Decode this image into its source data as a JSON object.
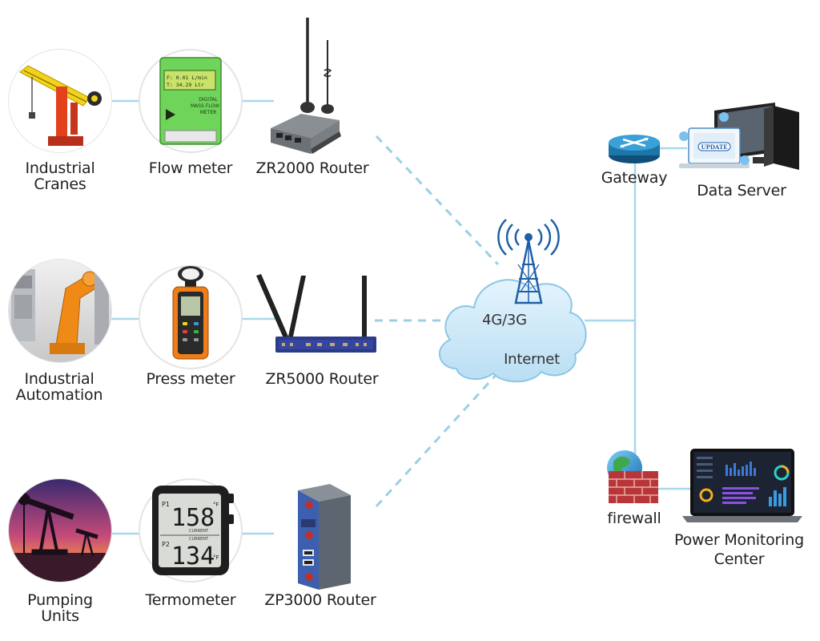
{
  "rows": [
    {
      "application": {
        "icon": "crane-icon",
        "line1": "Industrial",
        "line2": "Cranes"
      },
      "sensor": {
        "icon": "flow-meter-icon",
        "label": "Flow meter"
      },
      "router": {
        "icon": "router-zr2000-icon",
        "label": "ZR2000 Router"
      }
    },
    {
      "application": {
        "icon": "robot-arm-icon",
        "line1": "Industrial",
        "line2": "Automation"
      },
      "sensor": {
        "icon": "press-meter-icon",
        "label": "Press meter"
      },
      "router": {
        "icon": "router-zr5000-icon",
        "label": "ZR5000 Router"
      }
    },
    {
      "application": {
        "icon": "pumpjack-icon",
        "line1": "Pumping",
        "line2": "Units"
      },
      "sensor": {
        "icon": "thermometer-icon",
        "label": "Termometer"
      },
      "router": {
        "icon": "router-zp3000-icon",
        "label": "ZP3000 Router"
      }
    }
  ],
  "devices": {
    "flow_meter_screen": {
      "line1": "F: 0.01 L/min",
      "line2": "T: 34.29 Ltr"
    },
    "flow_meter_body": {
      "line1": "DIGITAL",
      "line2": "MASS FLOW",
      "line3": "METER"
    },
    "thermometer_screen": {
      "p1": "P1",
      "p2": "P2",
      "value1": "158",
      "value2": "134",
      "unit": "°F",
      "caption": "CURRENT"
    },
    "server_sign": "UPDATE"
  },
  "network": {
    "cloud": {
      "line1": "4G/3G",
      "line2": "Internet",
      "icon": "cell-tower-icon"
    },
    "gateway": {
      "label": "Gateway",
      "icon": "gateway-icon"
    },
    "data_server": {
      "label": "Data Server",
      "icon": "data-server-icon"
    },
    "firewall": {
      "label": "firewall",
      "icon": "firewall-icon"
    },
    "power_center": {
      "line1": "Power Monitoring",
      "line2": "Center",
      "icon": "monitor-icon"
    }
  },
  "colors": {
    "link": "#a8d8ea",
    "dashed_link": "#9ccfe5",
    "cloud_fill": "#cde9f8",
    "cloud_stroke": "#8cc6e6",
    "tower": "#1f5fa8"
  }
}
